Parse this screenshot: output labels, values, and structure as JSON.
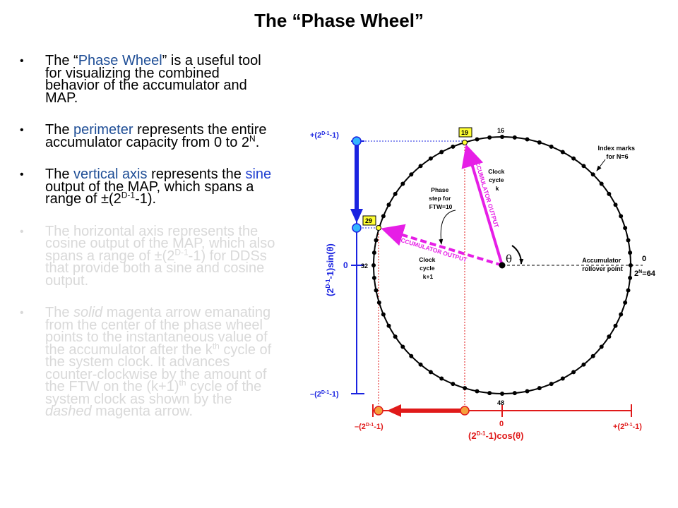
{
  "title": "The “Phase Wheel”",
  "bullets": [
    {
      "before": "The “",
      "highlight": "Phase Wheel",
      "after": "” is a useful tool for visualizing the combined behavior of the accumulator and MAP."
    },
    {
      "before": "The ",
      "highlight": "perimeter",
      "after_1": " represents the entire accumulator capacity from 0 to 2",
      "sup_1": "N",
      "after_2": "."
    },
    {
      "before": "The ",
      "highlight_1": "vertical axis",
      "middle": " represents the ",
      "highlight_2": "sine",
      "after_1": " output of the MAP, which spans a range of ±(2",
      "sup_1": "D-1",
      "after_2": "-1)."
    },
    {
      "text_1": "The horizontal axis represents the cosine output of the MAP, which also spans a range of ±(2",
      "sup_1": "D-1",
      "text_2": "-1) for DDSs that provide both a sine and cosine output."
    },
    {
      "text_1": "The ",
      "em_1": "solid",
      "text_2": " magenta arrow emanating from the center of the phase wheel points to the instantaneous value of the accumulator after the k",
      "sup_1": "th",
      "text_3": " cycle of the system clock. It advances counter-clockwise by the amount of the FTW on the (k+1)",
      "sup_2": "th",
      "text_4": " cycle of the system clock as shown by the ",
      "em_2": "dashed",
      "text_5": " magenta arrow."
    }
  ],
  "diagram": {
    "top_label": "+(2",
    "top_label_sup": "D-1",
    "top_label_end": "-1)",
    "bottom_label": "–(2",
    "bottom_label_sup": "D-1",
    "bottom_label_end": "-1)",
    "left_label": "–(2",
    "left_label_sup": "D-1",
    "left_label_end": "-1)",
    "right_label": "+(2",
    "right_label_sup": "D-1",
    "right_label_end": "-1)",
    "zero_v": "0",
    "zero_h": "0",
    "sin_axis_a": "(2",
    "sin_axis_sup": "D-1",
    "sin_axis_b": "-1)sin(θ)",
    "cos_axis_a": "(2",
    "cos_axis_sup": "D-1",
    "cos_axis_b": "-1)cos(θ)",
    "mark_16": "16",
    "mark_32": "32",
    "mark_48": "48",
    "mark_0": "0",
    "two_n_base": "2",
    "two_n_sup": "N",
    "two_n_end": "=64",
    "box_19": "19",
    "box_29": "29",
    "acc_out_1": "ACCUMULATOR OUTPUT",
    "acc_out_2": "ACCUMULATOR OUTPUT",
    "clock_k": [
      "Clock",
      "cycle",
      "k"
    ],
    "clock_k1": [
      "Clock",
      "cycle",
      "k+1"
    ],
    "phase_step": [
      "Phase",
      "step for",
      "FTW=10"
    ],
    "rollover": [
      "Accumulator",
      "rollover point"
    ],
    "index_marks": [
      "Index marks",
      "for N=6"
    ],
    "theta": "θ",
    "colors": {
      "magenta": "#e61ee6",
      "blue": "#1a23e0",
      "red": "#e01a1a",
      "yellow": "#ffff33",
      "light_blue": "#33b5ff",
      "orange": "#f5a03c"
    }
  }
}
